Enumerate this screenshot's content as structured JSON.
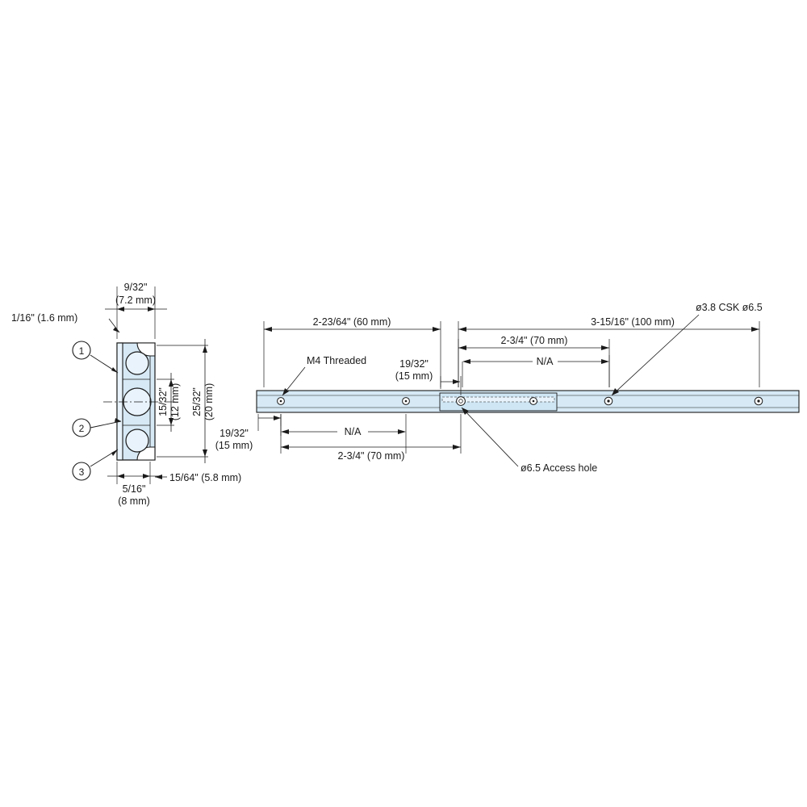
{
  "drawing": {
    "title": "Drawer slide technical drawing",
    "colors": {
      "line": "#1a1a1a",
      "part_fill": "#d6e9f5",
      "part_fill_light": "#e8f3fb",
      "hole_fill": "#ffffff"
    },
    "section_view": {
      "balloons": [
        {
          "id": "1",
          "label": "1"
        },
        {
          "id": "2",
          "label": "2"
        },
        {
          "id": "3",
          "label": "3"
        }
      ],
      "dimensions": {
        "top_width": "9/32\"",
        "top_width_mm": "(7.2 mm)",
        "left_thickness": "1/16\" (1.6 mm)",
        "inner_height": "15/32\"",
        "inner_height_mm": "(12 mm)",
        "outer_height": "25/32\"",
        "outer_height_mm": "(20 mm)",
        "bottom_width": "5/16\"",
        "bottom_width_mm": "(8 mm)",
        "bottom_offset": "15/64\" (5.8 mm)"
      }
    },
    "profile_view": {
      "dimensions": {
        "left_span": "2-23/64\" (60 mm)",
        "right_span": "3-15/16\" (100 mm)",
        "right_inner_span": "2-3/4\" (70 mm)",
        "lower_span": "2-3/4\" (70 mm)",
        "pitch_upper": "19/32\"",
        "pitch_upper_mm": "(15 mm)",
        "pitch_lower": "19/32\"",
        "pitch_lower_mm": "(15 mm)",
        "na_upper": "N/A",
        "na_lower": "N/A"
      },
      "callouts": {
        "m4_threaded": "M4 Threaded",
        "csk": "ø3.8 CSK ø6.5",
        "access_hole": "ø6.5 Access hole"
      }
    }
  }
}
